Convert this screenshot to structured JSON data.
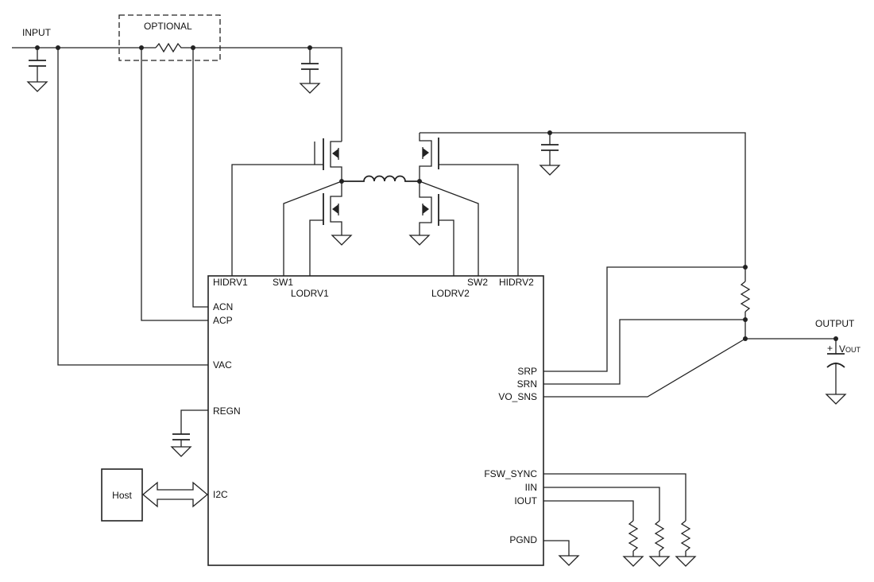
{
  "labels": {
    "input": "INPUT",
    "optional": "OPTIONAL",
    "output": "OUTPUT",
    "vout_v": "V",
    "vout_sub": "OUT",
    "plus": "+",
    "host": "Host"
  },
  "pins": {
    "hidrv1": "HIDRV1",
    "sw1": "SW1",
    "lodrv1": "LODRV1",
    "lodrv2": "LODRV2",
    "sw2": "SW2",
    "hidrv2": "HIDRV2",
    "acn": "ACN",
    "acp": "ACP",
    "vac": "VAC",
    "regn": "REGN",
    "i2c": "I2C",
    "srp": "SRP",
    "srn": "SRN",
    "vo_sns": "VO_SNS",
    "fsw_sync": "FSW_SYNC",
    "iin": "IIN",
    "iout": "IOUT",
    "pgnd": "PGND"
  }
}
